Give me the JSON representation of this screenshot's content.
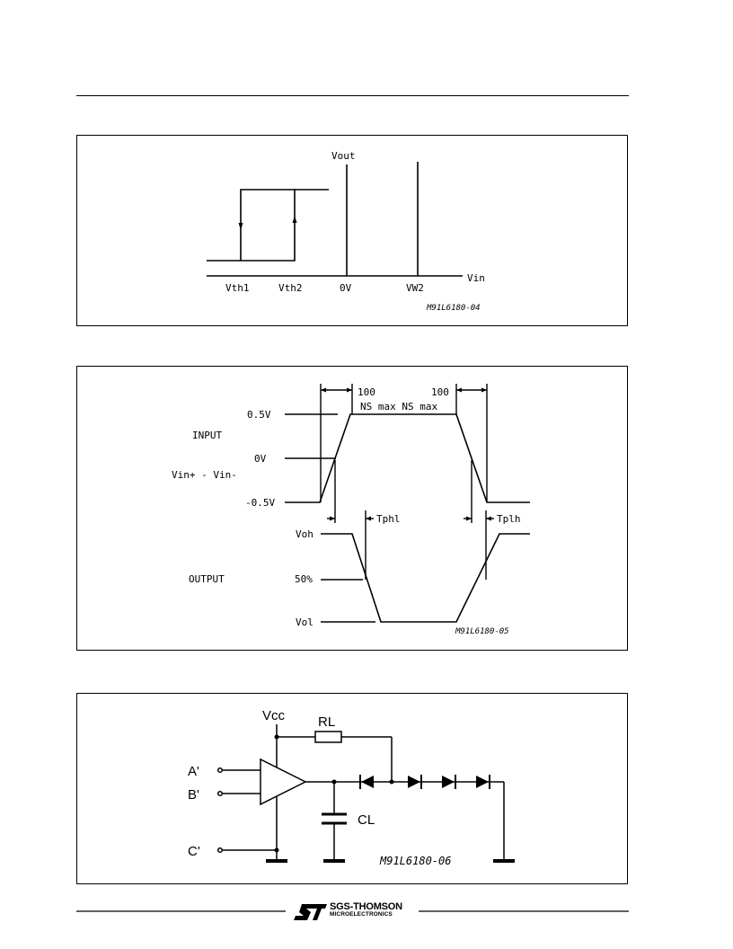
{
  "figure1": {
    "vout_label": "Vout",
    "vin_label": "Vin",
    "vth1_label": "Vth1",
    "vth2_label": "Vth2",
    "zero_label": "0V",
    "vw2_label": "VW2",
    "code": "M91L6180-04"
  },
  "figure2": {
    "t1_label": "100",
    "t2_label": "100",
    "ns_label": "NS max NS max",
    "v_high": "0.5V",
    "v_zero": "0V",
    "v_low": "-0.5V",
    "input_label": "INPUT",
    "vin_diff_label": "Vin+ - Vin-",
    "tphl_label": "Tphl",
    "tplh_label": "Tplh",
    "voh_label": "Voh",
    "output_label": "OUTPUT",
    "fifty_label": "50%",
    "vol_label": "Vol",
    "code": "M91L6180-05"
  },
  "figure3": {
    "vcc_label": "Vcc",
    "rl_label": "RL",
    "a_label": "A'",
    "b_label": "B'",
    "c_label": "C'",
    "cl_label": "CL",
    "code": "M91L6180-06"
  },
  "footer": {
    "brand_line1": "SGS-THOMSON",
    "brand_line2": "MICROELECTRONICS"
  }
}
